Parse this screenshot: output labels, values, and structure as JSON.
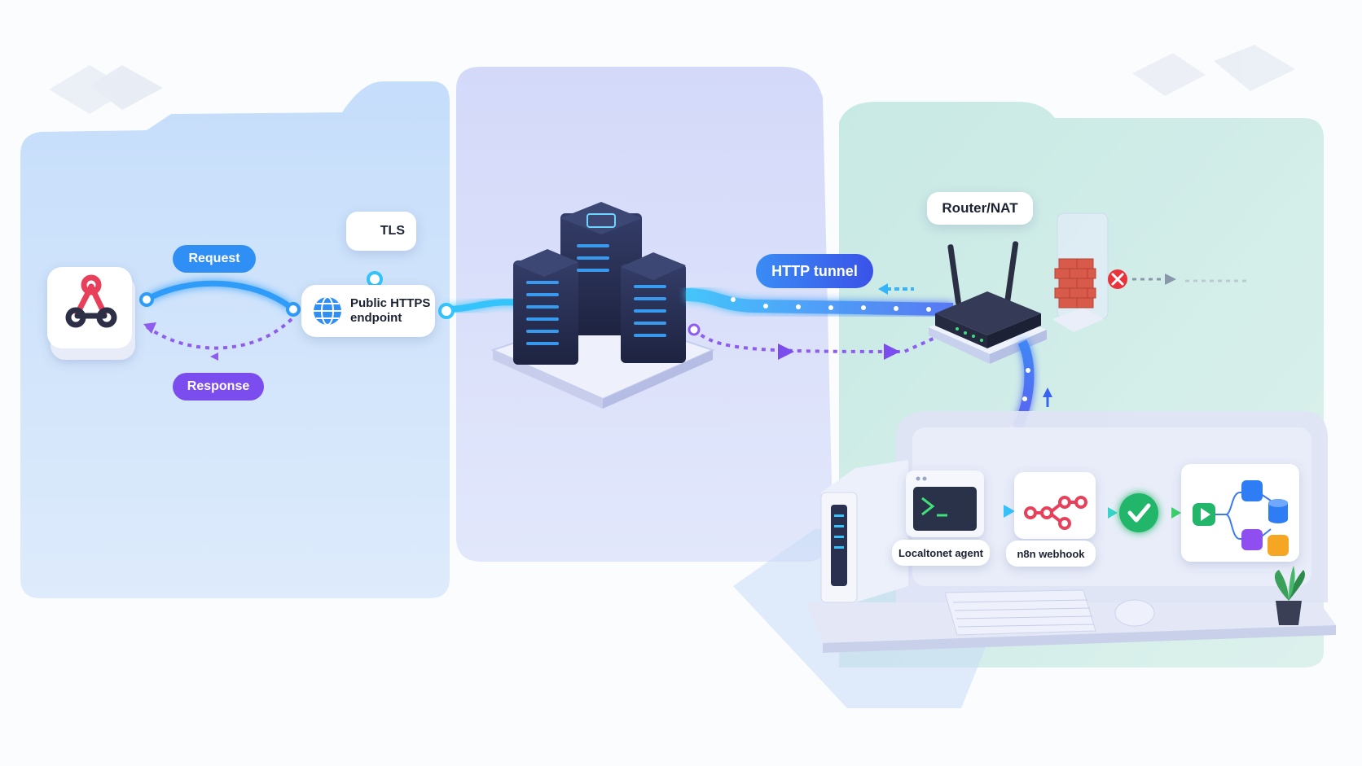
{
  "labels": {
    "request": "Request",
    "response": "Response",
    "tls": "TLS",
    "public_endpoint_line1": "Public HTTPS",
    "public_endpoint_line2": "endpoint",
    "http_tunnel": "HTTP tunnel",
    "router": "Router/NAT",
    "agent": "Localtonet agent",
    "webhook": "n8n webhook"
  },
  "icons": [
    "webhook-icon",
    "globe-icon",
    "lock-icon",
    "server-cluster-icon",
    "router-icon",
    "firewall-icon",
    "blocked-x-icon",
    "terminal-icon",
    "n8n-nodes-icon",
    "shield-check-icon",
    "workflow-icon",
    "plant-icon"
  ],
  "colors": {
    "request_pill": "#2f8ff5",
    "response_pill": "#7c4dee",
    "tunnel_pill": "#3a63f0",
    "flow_blue": "#2d9cf8",
    "flow_purple": "#8f5cf0",
    "check_green": "#21b66a",
    "blocked_red": "#e8323c",
    "panel_left": "#cfe3fb",
    "panel_mid": "#d9def9",
    "panel_right": "#cfeee6"
  }
}
